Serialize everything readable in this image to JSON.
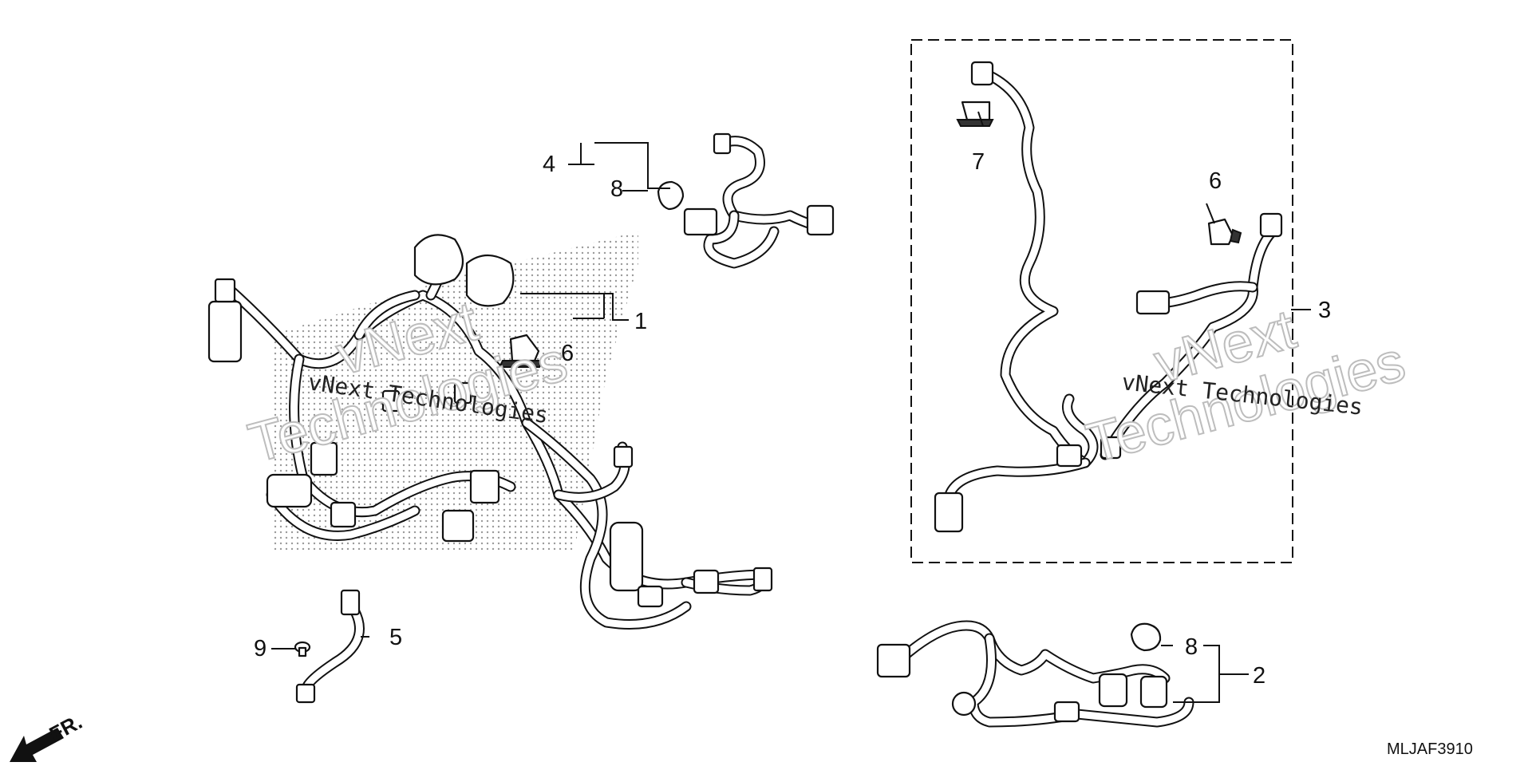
{
  "diagram_code": "MLJAF3910",
  "direction_label": "FR.",
  "watermark": {
    "line1": "vNext Technologies",
    "ghost_line1": "vNext",
    "ghost_line2": "Technologies"
  },
  "callouts": {
    "c1": "1",
    "c2": "2",
    "c3": "3",
    "c4": "4",
    "c5": "5",
    "c6a": "6",
    "c6b": "6",
    "c7": "7",
    "c8a": "8",
    "c8b": "8",
    "c9": "9"
  },
  "colors": {
    "line": "#111111",
    "background": "#ffffff",
    "stipple": "#9a9a9a"
  }
}
